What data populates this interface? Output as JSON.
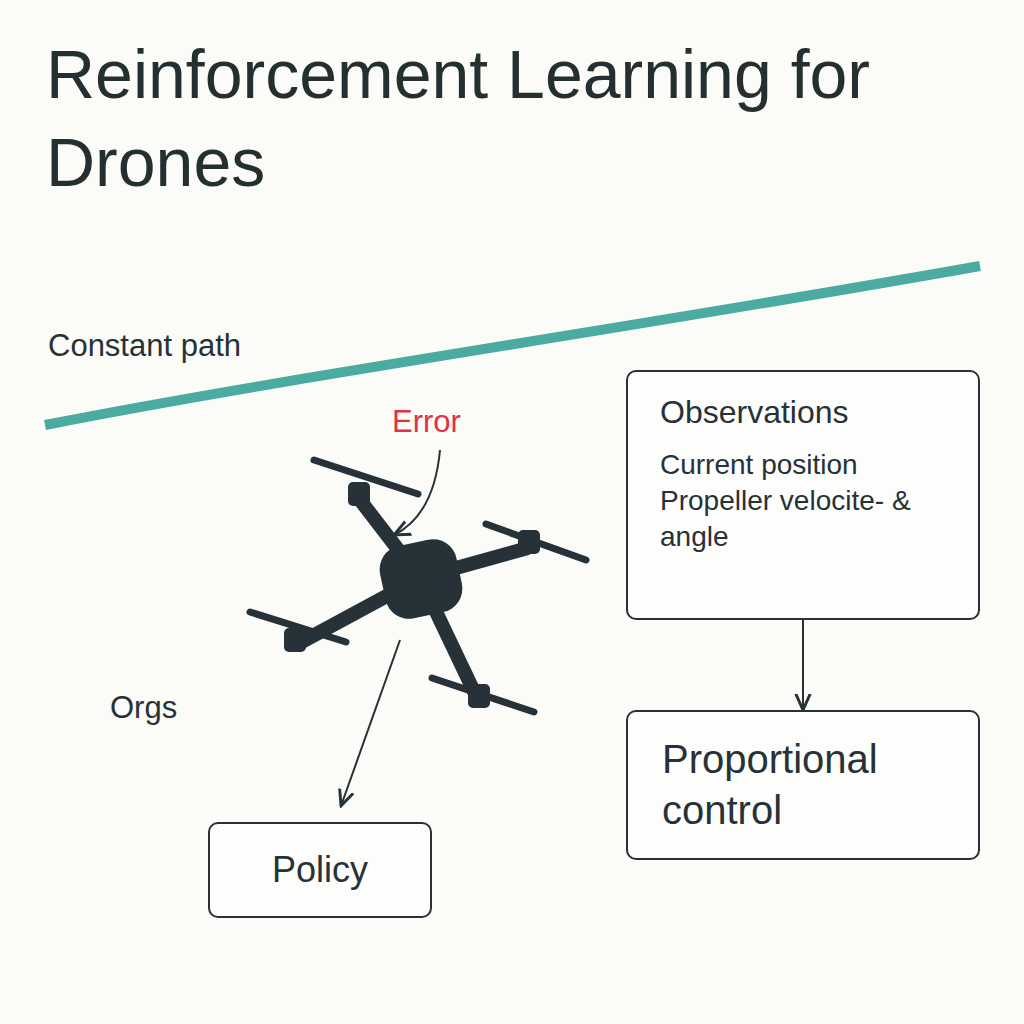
{
  "diagram": {
    "title": "Reinforcement Learning for Drones",
    "nodes": [
      {
        "text": [
          "Observations",
          "Current position Propeller velocite- & angle"
        ]
      },
      {
        "text": [
          "Proportional control"
        ]
      },
      {
        "text": [
          "Policy"
        ]
      }
    ],
    "edges": [
      {
        "from": 0,
        "to": 1,
        "arrow": "to"
      }
    ],
    "labels": [
      "Constant path",
      "Error",
      "Orgs"
    ]
  }
}
